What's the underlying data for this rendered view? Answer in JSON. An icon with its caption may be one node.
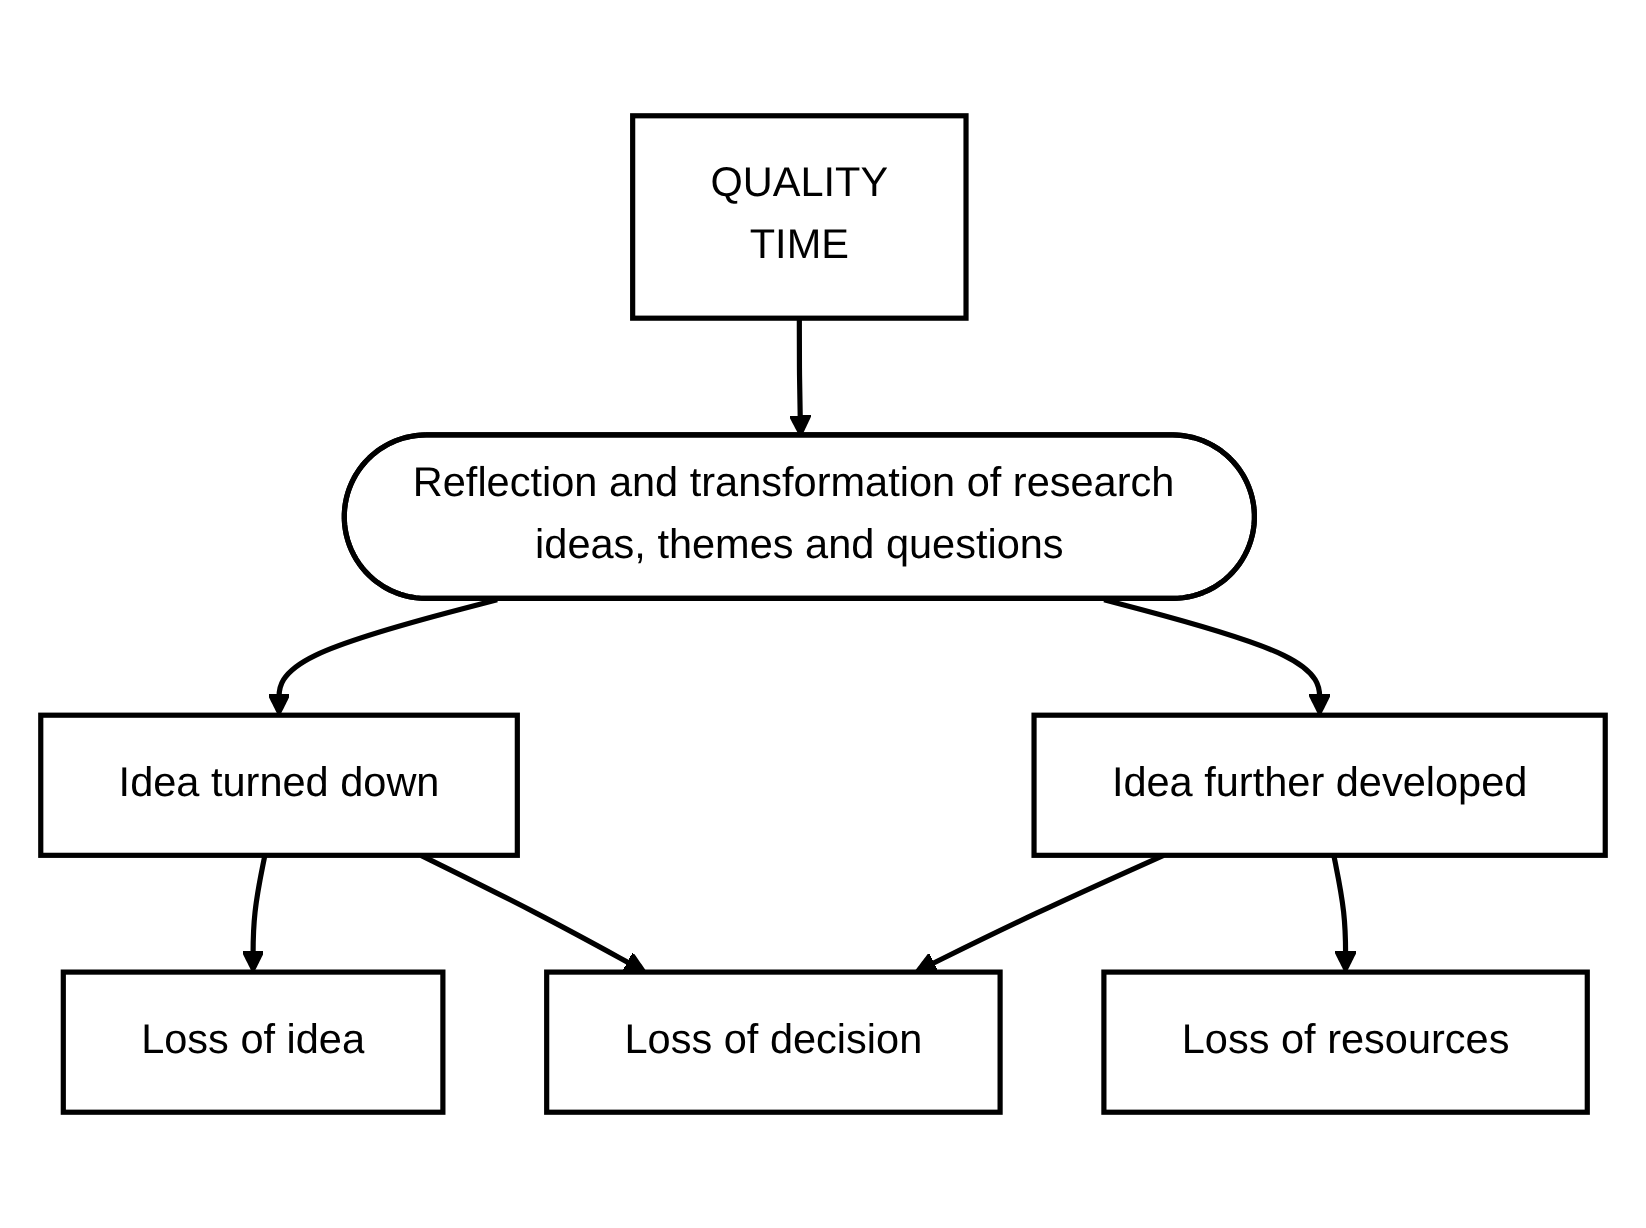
{
  "diagram": {
    "nodes": [
      {
        "text": [
          "QUALITY",
          "TIME"
        ]
      },
      {
        "text": [
          "Reflection and transformation of research ideas, themes and questions"
        ]
      },
      {
        "text": [
          "Idea turned down"
        ]
      },
      {
        "text": [
          "Idea further developed"
        ]
      },
      {
        "text": [
          "Loss of idea"
        ]
      },
      {
        "text": [
          "Loss of decision"
        ]
      },
      {
        "text": [
          "Loss of resources"
        ]
      }
    ],
    "edges": [
      {
        "from": 0,
        "to": 1,
        "arrow": "to"
      },
      {
        "from": 1,
        "to": 2,
        "arrow": "to"
      },
      {
        "from": 1,
        "to": 3,
        "arrow": "to"
      },
      {
        "from": 2,
        "to": 4,
        "arrow": "to"
      },
      {
        "from": 2,
        "to": 5,
        "arrow": "to"
      },
      {
        "from": 3,
        "to": 5,
        "arrow": "to"
      },
      {
        "from": 3,
        "to": 6,
        "arrow": "to"
      }
    ]
  }
}
